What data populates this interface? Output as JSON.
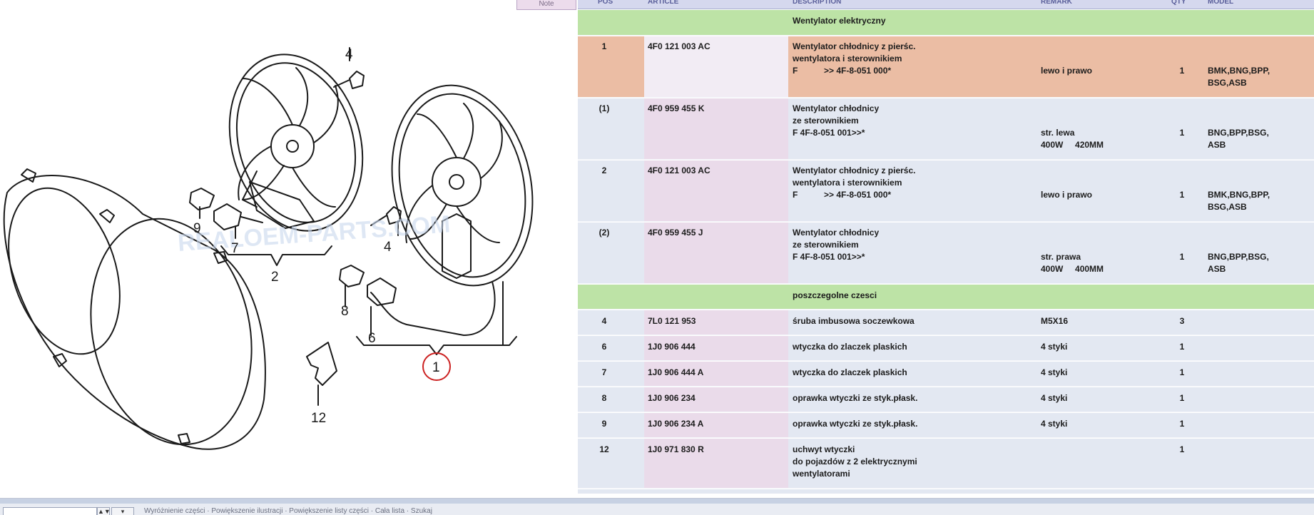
{
  "diagram": {
    "note_tab": "Note",
    "watermark": "REALOEM-PARTS.COM",
    "callouts": {
      "c4a": "4",
      "c4b": "4",
      "c9": "9",
      "c7": "7",
      "c2": "2",
      "c8": "8",
      "c6": "6",
      "c1": "1",
      "c12": "12"
    },
    "highlight_color": "#cc2222"
  },
  "table": {
    "columns": {
      "pos": "POS",
      "article": "ARTICLE",
      "description": "DESCRIPTION",
      "remark": "REMARK",
      "qty": "QTY",
      "model": "MODEL"
    },
    "groups": {
      "g1": "Wentylator elektryczny",
      "g2": "poszczegolne czesci"
    },
    "rows": [
      {
        "pos": "1",
        "article": "4F0 121 003 AC",
        "description": "Wentylator chłodnicy z pierśc.\nwentylatora i sterownikiem\nF           >> 4F-8-051 000*",
        "remark": "lewo i prawo",
        "qty": "1",
        "model": "BMK,BNG,BPP,\nBSG,ASB"
      },
      {
        "pos": "(1)",
        "article": "4F0 959 455 K",
        "description": "Wentylator chłodnicy\nze sterownikiem\nF 4F-8-051 001>>*",
        "remark": "str. lewa\n400W     420MM",
        "qty": "1",
        "model": "BNG,BPP,BSG,\nASB"
      },
      {
        "pos": "2",
        "article": "4F0 121 003 AC",
        "description": "Wentylator chłodnicy z pierśc.\nwentylatora i sterownikiem\nF           >> 4F-8-051 000*",
        "remark": "lewo i prawo",
        "qty": "1",
        "model": "BMK,BNG,BPP,\nBSG,ASB"
      },
      {
        "pos": "(2)",
        "article": "4F0 959 455 J",
        "description": "Wentylator chłodnicy\nze sterownikiem\nF 4F-8-051 001>>*",
        "remark": "str. prawa\n400W     400MM",
        "qty": "1",
        "model": "BNG,BPP,BSG,\nASB"
      },
      {
        "pos": "4",
        "article": "7L0 121 953",
        "description": "śruba imbusowa soczewkowa",
        "remark": "M5X16",
        "qty": "3",
        "model": ""
      },
      {
        "pos": "6",
        "article": "1J0 906 444",
        "description": "wtyczka do zlaczek plaskich",
        "remark": "4 styki",
        "qty": "1",
        "model": ""
      },
      {
        "pos": "7",
        "article": "1J0 906 444 A",
        "description": "wtyczka do zlaczek plaskich",
        "remark": "4 styki",
        "qty": "1",
        "model": ""
      },
      {
        "pos": "8",
        "article": "1J0 906 234",
        "description": "oprawka wtyczki ze styk.płask.",
        "remark": "4 styki",
        "qty": "1",
        "model": ""
      },
      {
        "pos": "9",
        "article": "1J0 906 234 A",
        "description": "oprawka wtyczki ze styk.płask.",
        "remark": "4 styki",
        "qty": "1",
        "model": ""
      },
      {
        "pos": "12",
        "article": "1J0 971 830 R",
        "description": "uchwyt wtyczki\ndo pojazdów z 2 elektrycznymi\nwentylatorami",
        "remark": "",
        "qty": "1",
        "model": ""
      }
    ],
    "colors": {
      "header_bg": "#d5d8ee",
      "group_bg": "#bde3a6",
      "selected_row_bg": "#ebbda4",
      "row_bg": "#e3e8f2",
      "article_cell_bg": "#eadbea"
    }
  },
  "bottom_bar": {
    "spin_glyph": "▲▼",
    "drop_glyph": "▾",
    "status_text": "Wyróżnienie części  ·  Powiększenie ilustracji  ·  Powiększenie listy części  ·  Cała lista  ·  Szukaj"
  }
}
